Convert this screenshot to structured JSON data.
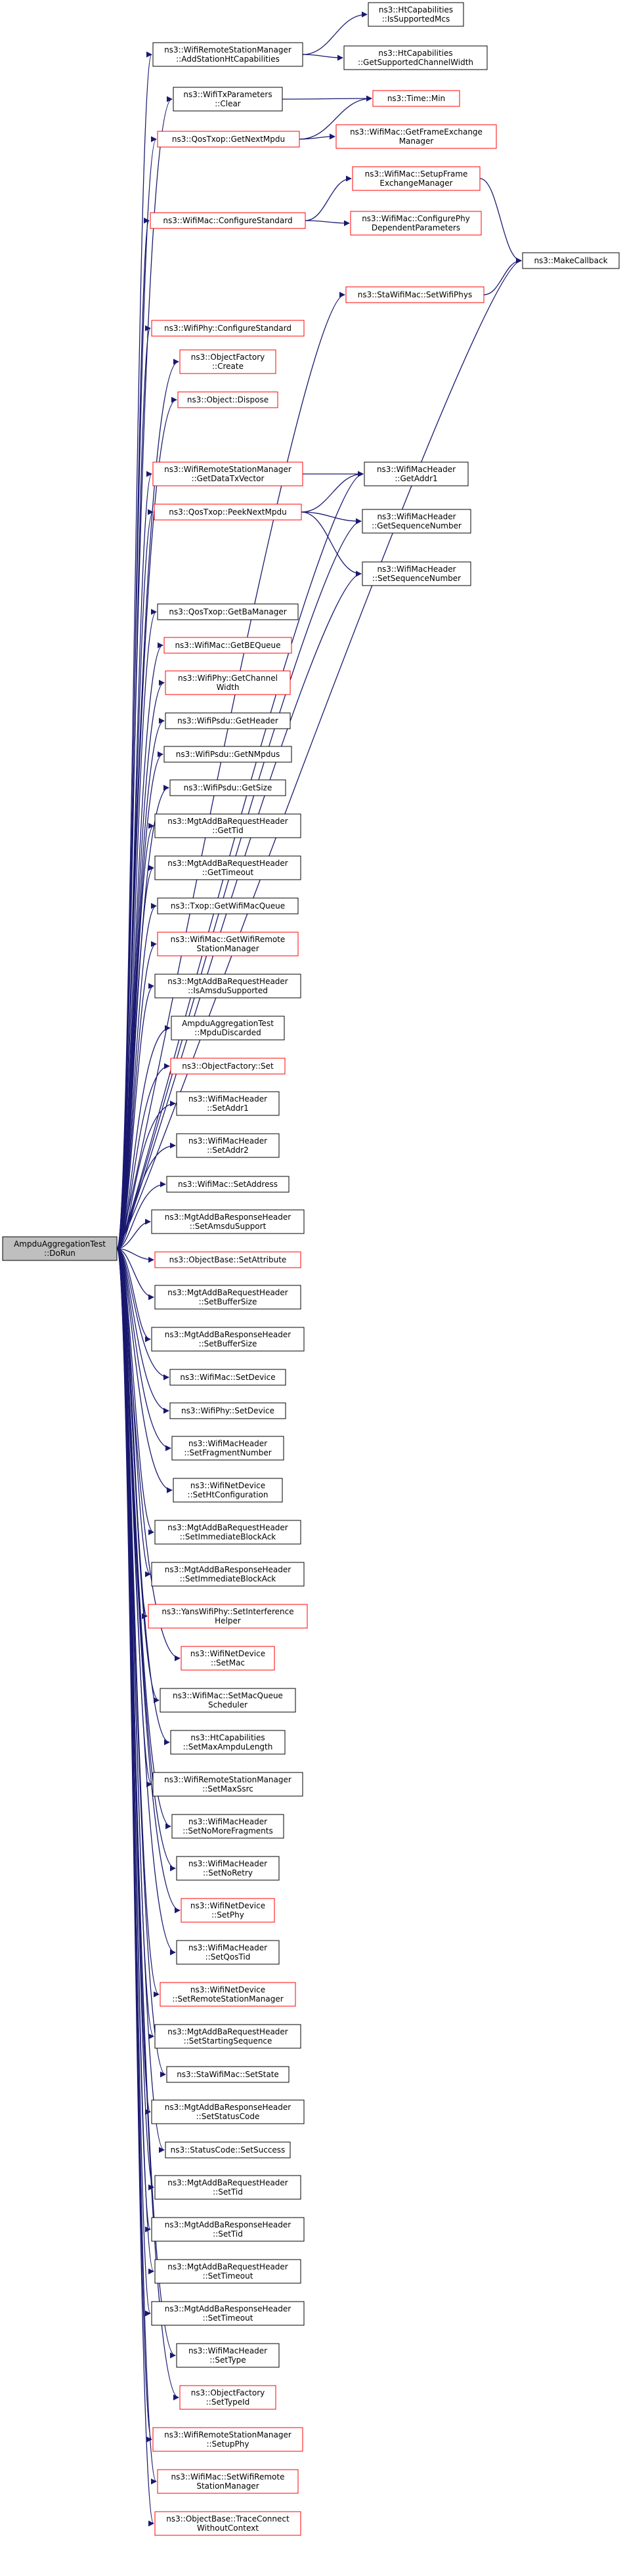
{
  "diagram": {
    "colors": {
      "edge": "#191970",
      "border_default": "#000000",
      "border_missing": "#ff0000",
      "root_fill": "#bfbfbf",
      "node_fill": "#ffffff"
    },
    "nodes": [
      {
        "id": "root",
        "lines": [
          "AmpduAggregationTest",
          "::DoRun"
        ],
        "style": "root"
      },
      {
        "id": "n_wrsm_addht",
        "lines": [
          "ns3::WifiRemoteStationManager",
          "::AddStationHtCapabilities"
        ],
        "style": "normal"
      },
      {
        "id": "n_ht_issup",
        "lines": [
          "ns3::HtCapabilities",
          "::IsSupportedMcs"
        ],
        "style": "normal"
      },
      {
        "id": "n_ht_getsupch",
        "lines": [
          "ns3::HtCapabilities",
          "::GetSupportedChannelWidth"
        ],
        "style": "normal"
      },
      {
        "id": "n_txparams_clear",
        "lines": [
          "ns3::WifiTxParameters",
          "::Clear"
        ],
        "style": "normal"
      },
      {
        "id": "n_time_min",
        "lines": [
          "ns3::Time::Min"
        ],
        "style": "missing"
      },
      {
        "id": "n_qos_getnext",
        "lines": [
          "ns3::QosTxop::GetNextMpdu"
        ],
        "style": "missing"
      },
      {
        "id": "n_mac_getfem",
        "lines": [
          "ns3::WifiMac::GetFrameExchange",
          "Manager"
        ],
        "style": "missing"
      },
      {
        "id": "n_mac_setupfem",
        "lines": [
          "ns3::WifiMac::SetupFrame",
          "ExchangeManager"
        ],
        "style": "missing"
      },
      {
        "id": "n_mac_configstd",
        "lines": [
          "ns3::WifiMac::ConfigureStandard"
        ],
        "style": "missing"
      },
      {
        "id": "n_mac_confphy",
        "lines": [
          "ns3::WifiMac::ConfigurePhy",
          "DependentParameters"
        ],
        "style": "missing"
      },
      {
        "id": "n_makecallback",
        "lines": [
          "ns3::MakeCallback"
        ],
        "style": "normal"
      },
      {
        "id": "n_sta_setphys",
        "lines": [
          "ns3::StaWifiMac::SetWifiPhys"
        ],
        "style": "missing"
      },
      {
        "id": "n_phy_configstd",
        "lines": [
          "ns3::WifiPhy::ConfigureStandard"
        ],
        "style": "missing"
      },
      {
        "id": "n_objfactory_create",
        "lines": [
          "ns3::ObjectFactory",
          "::Create"
        ],
        "style": "missing"
      },
      {
        "id": "n_obj_dispose",
        "lines": [
          "ns3::Object::Dispose"
        ],
        "style": "missing"
      },
      {
        "id": "n_wrsm_getdatatx",
        "lines": [
          "ns3::WifiRemoteStationManager",
          "::GetDataTxVector"
        ],
        "style": "missing"
      },
      {
        "id": "n_hdr_getaddr1",
        "lines": [
          "ns3::WifiMacHeader",
          "::GetAddr1"
        ],
        "style": "normal"
      },
      {
        "id": "n_qos_peeknext",
        "lines": [
          "ns3::QosTxop::PeekNextMpdu"
        ],
        "style": "missing"
      },
      {
        "id": "n_hdr_getseq",
        "lines": [
          "ns3::WifiMacHeader",
          "::GetSequenceNumber"
        ],
        "style": "normal"
      },
      {
        "id": "n_hdr_setseq",
        "lines": [
          "ns3::WifiMacHeader",
          "::SetSequenceNumber"
        ],
        "style": "normal"
      },
      {
        "id": "n_qos_getba",
        "lines": [
          "ns3::QosTxop::GetBaManager"
        ],
        "style": "normal"
      },
      {
        "id": "n_mac_getbeq",
        "lines": [
          "ns3::WifiMac::GetBEQueue"
        ],
        "style": "missing"
      },
      {
        "id": "n_phy_getchw",
        "lines": [
          "ns3::WifiPhy::GetChannel",
          "Width"
        ],
        "style": "missing"
      },
      {
        "id": "n_psdu_gethdr",
        "lines": [
          "ns3::WifiPsdu::GetHeader"
        ],
        "style": "normal"
      },
      {
        "id": "n_psdu_getnmpdus",
        "lines": [
          "ns3::WifiPsdu::GetNMpdus"
        ],
        "style": "normal"
      },
      {
        "id": "n_psdu_getsize",
        "lines": [
          "ns3::WifiPsdu::GetSize"
        ],
        "style": "normal"
      },
      {
        "id": "n_addbareq_gettid",
        "lines": [
          "ns3::MgtAddBaRequestHeader",
          "::GetTid"
        ],
        "style": "normal"
      },
      {
        "id": "n_addbareq_gettimeout",
        "lines": [
          "ns3::MgtAddBaRequestHeader",
          "::GetTimeout"
        ],
        "style": "normal"
      },
      {
        "id": "n_txop_getwmq",
        "lines": [
          "ns3::Txop::GetWifiMacQueue"
        ],
        "style": "normal"
      },
      {
        "id": "n_mac_getwrsm",
        "lines": [
          "ns3::WifiMac::GetWifiRemote",
          "StationManager"
        ],
        "style": "missing"
      },
      {
        "id": "n_addbareq_isamsdu",
        "lines": [
          "ns3::MgtAddBaRequestHeader",
          "::IsAmsduSupported"
        ],
        "style": "normal"
      },
      {
        "id": "n_ampdu_mpdudisc",
        "lines": [
          "AmpduAggregationTest",
          "::MpduDiscarded"
        ],
        "style": "normal"
      },
      {
        "id": "n_objfactory_set",
        "lines": [
          "ns3::ObjectFactory::Set"
        ],
        "style": "missing"
      },
      {
        "id": "n_hdr_setaddr1",
        "lines": [
          "ns3::WifiMacHeader",
          "::SetAddr1"
        ],
        "style": "normal"
      },
      {
        "id": "n_hdr_setaddr2",
        "lines": [
          "ns3::WifiMacHeader",
          "::SetAddr2"
        ],
        "style": "normal"
      },
      {
        "id": "n_mac_setaddress",
        "lines": [
          "ns3::WifiMac::SetAddress"
        ],
        "style": "normal"
      },
      {
        "id": "n_addbaresp_setamsdu",
        "lines": [
          "ns3::MgtAddBaResponseHeader",
          "::SetAmsduSupport"
        ],
        "style": "normal"
      },
      {
        "id": "n_objbase_setattr",
        "lines": [
          "ns3::ObjectBase::SetAttribute"
        ],
        "style": "missing"
      },
      {
        "id": "n_addbareq_setbuf",
        "lines": [
          "ns3::MgtAddBaRequestHeader",
          "::SetBufferSize"
        ],
        "style": "normal"
      },
      {
        "id": "n_addbaresp_setbuf",
        "lines": [
          "ns3::MgtAddBaResponseHeader",
          "::SetBufferSize"
        ],
        "style": "normal"
      },
      {
        "id": "n_mac_setdevice",
        "lines": [
          "ns3::WifiMac::SetDevice"
        ],
        "style": "normal"
      },
      {
        "id": "n_phy_setdevice",
        "lines": [
          "ns3::WifiPhy::SetDevice"
        ],
        "style": "normal"
      },
      {
        "id": "n_hdr_setfrag",
        "lines": [
          "ns3::WifiMacHeader",
          "::SetFragmentNumber"
        ],
        "style": "normal"
      },
      {
        "id": "n_netdev_sethtconf",
        "lines": [
          "ns3::WifiNetDevice",
          "::SetHtConfiguration"
        ],
        "style": "normal"
      },
      {
        "id": "n_addbareq_setimm",
        "lines": [
          "ns3::MgtAddBaRequestHeader",
          "::SetImmediateBlockAck"
        ],
        "style": "normal"
      },
      {
        "id": "n_addbaresp_setimm",
        "lines": [
          "ns3::MgtAddBaResponseHeader",
          "::SetImmediateBlockAck"
        ],
        "style": "normal"
      },
      {
        "id": "n_yans_setinterf",
        "lines": [
          "ns3::YansWifiPhy::SetInterference",
          "Helper"
        ],
        "style": "missing"
      },
      {
        "id": "n_netdev_setmac",
        "lines": [
          "ns3::WifiNetDevice",
          "::SetMac"
        ],
        "style": "missing"
      },
      {
        "id": "n_mac_setmacqs",
        "lines": [
          "ns3::WifiMac::SetMacQueue",
          "Scheduler"
        ],
        "style": "normal"
      },
      {
        "id": "n_ht_setmaxampdu",
        "lines": [
          "ns3::HtCapabilities",
          "::SetMaxAmpduLength"
        ],
        "style": "normal"
      },
      {
        "id": "n_wrsm_setmaxssrc",
        "lines": [
          "ns3::WifiRemoteStationManager",
          "::SetMaxSsrc"
        ],
        "style": "normal"
      },
      {
        "id": "n_hdr_setnomorefrag",
        "lines": [
          "ns3::WifiMacHeader",
          "::SetNoMoreFragments"
        ],
        "style": "normal"
      },
      {
        "id": "n_hdr_setnoretry",
        "lines": [
          "ns3::WifiMacHeader",
          "::SetNoRetry"
        ],
        "style": "normal"
      },
      {
        "id": "n_netdev_setphy",
        "lines": [
          "ns3::WifiNetDevice",
          "::SetPhy"
        ],
        "style": "missing"
      },
      {
        "id": "n_hdr_setqostid",
        "lines": [
          "ns3::WifiMacHeader",
          "::SetQosTid"
        ],
        "style": "normal"
      },
      {
        "id": "n_netdev_setwrsm",
        "lines": [
          "ns3::WifiNetDevice",
          "::SetRemoteStationManager"
        ],
        "style": "missing"
      },
      {
        "id": "n_addbareq_setstartseq",
        "lines": [
          "ns3::MgtAddBaRequestHeader",
          "::SetStartingSequence"
        ],
        "style": "normal"
      },
      {
        "id": "n_sta_setstate",
        "lines": [
          "ns3::StaWifiMac::SetState"
        ],
        "style": "normal"
      },
      {
        "id": "n_addbaresp_setstatus",
        "lines": [
          "ns3::MgtAddBaResponseHeader",
          "::SetStatusCode"
        ],
        "style": "normal"
      },
      {
        "id": "n_status_setsuccess",
        "lines": [
          "ns3::StatusCode::SetSuccess"
        ],
        "style": "normal"
      },
      {
        "id": "n_addbareq_settid",
        "lines": [
          "ns3::MgtAddBaRequestHeader",
          "::SetTid"
        ],
        "style": "normal"
      },
      {
        "id": "n_addbaresp_settid",
        "lines": [
          "ns3::MgtAddBaResponseHeader",
          "::SetTid"
        ],
        "style": "normal"
      },
      {
        "id": "n_addbareq_settimeout",
        "lines": [
          "ns3::MgtAddBaRequestHeader",
          "::SetTimeout"
        ],
        "style": "normal"
      },
      {
        "id": "n_addbaresp_settimeout",
        "lines": [
          "ns3::MgtAddBaResponseHeader",
          "::SetTimeout"
        ],
        "style": "normal"
      },
      {
        "id": "n_hdr_settype",
        "lines": [
          "ns3::WifiMacHeader",
          "::SetType"
        ],
        "style": "normal"
      },
      {
        "id": "n_objfactory_settypeid",
        "lines": [
          "ns3::ObjectFactory",
          "::SetTypeId"
        ],
        "style": "missing"
      },
      {
        "id": "n_wrsm_setupphy",
        "lines": [
          "ns3::WifiRemoteStationManager",
          "::SetupPhy"
        ],
        "style": "missing"
      },
      {
        "id": "n_mac_setwrsm",
        "lines": [
          "ns3::WifiMac::SetWifiRemote",
          "StationManager"
        ],
        "style": "missing"
      },
      {
        "id": "n_objbase_traceconnect",
        "lines": [
          "ns3::ObjectBase::TraceConnect",
          "WithoutContext"
        ],
        "style": "missing"
      }
    ],
    "edges": [
      [
        "root",
        "n_wrsm_addht"
      ],
      [
        "root",
        "n_txparams_clear"
      ],
      [
        "root",
        "n_qos_getnext"
      ],
      [
        "root",
        "n_mac_configstd"
      ],
      [
        "root",
        "n_makecallback"
      ],
      [
        "root",
        "n_sta_setphys"
      ],
      [
        "root",
        "n_phy_configstd"
      ],
      [
        "root",
        "n_objfactory_create"
      ],
      [
        "root",
        "n_obj_dispose"
      ],
      [
        "root",
        "n_hdr_getaddr1"
      ],
      [
        "root",
        "n_wrsm_getdatatx"
      ],
      [
        "root",
        "n_qos_peeknext"
      ],
      [
        "root",
        "n_hdr_getseq"
      ],
      [
        "root",
        "n_hdr_setseq"
      ],
      [
        "root",
        "n_qos_getba"
      ],
      [
        "root",
        "n_mac_getbeq"
      ],
      [
        "root",
        "n_phy_getchw"
      ],
      [
        "root",
        "n_psdu_gethdr"
      ],
      [
        "root",
        "n_psdu_getnmpdus"
      ],
      [
        "root",
        "n_psdu_getsize"
      ],
      [
        "root",
        "n_addbareq_gettid"
      ],
      [
        "root",
        "n_addbareq_gettimeout"
      ],
      [
        "root",
        "n_txop_getwmq"
      ],
      [
        "root",
        "n_mac_getwrsm"
      ],
      [
        "root",
        "n_addbareq_isamsdu"
      ],
      [
        "root",
        "n_ampdu_mpdudisc"
      ],
      [
        "root",
        "n_objfactory_set"
      ],
      [
        "root",
        "n_hdr_setaddr1"
      ],
      [
        "root",
        "n_hdr_setaddr2"
      ],
      [
        "root",
        "n_mac_setaddress"
      ],
      [
        "root",
        "n_addbaresp_setamsdu"
      ],
      [
        "root",
        "n_objbase_setattr"
      ],
      [
        "root",
        "n_addbareq_setbuf"
      ],
      [
        "root",
        "n_addbaresp_setbuf"
      ],
      [
        "root",
        "n_mac_setdevice"
      ],
      [
        "root",
        "n_phy_setdevice"
      ],
      [
        "root",
        "n_hdr_setfrag"
      ],
      [
        "root",
        "n_netdev_sethtconf"
      ],
      [
        "root",
        "n_addbareq_setimm"
      ],
      [
        "root",
        "n_addbaresp_setimm"
      ],
      [
        "root",
        "n_yans_setinterf"
      ],
      [
        "root",
        "n_netdev_setmac"
      ],
      [
        "root",
        "n_mac_setmacqs"
      ],
      [
        "root",
        "n_ht_setmaxampdu"
      ],
      [
        "root",
        "n_wrsm_setmaxssrc"
      ],
      [
        "root",
        "n_hdr_setnomorefrag"
      ],
      [
        "root",
        "n_hdr_setnoretry"
      ],
      [
        "root",
        "n_netdev_setphy"
      ],
      [
        "root",
        "n_hdr_setqostid"
      ],
      [
        "root",
        "n_netdev_setwrsm"
      ],
      [
        "root",
        "n_addbareq_setstartseq"
      ],
      [
        "root",
        "n_sta_setstate"
      ],
      [
        "root",
        "n_addbaresp_setstatus"
      ],
      [
        "root",
        "n_status_setsuccess"
      ],
      [
        "root",
        "n_addbareq_settid"
      ],
      [
        "root",
        "n_addbaresp_settid"
      ],
      [
        "root",
        "n_addbareq_settimeout"
      ],
      [
        "root",
        "n_addbaresp_settimeout"
      ],
      [
        "root",
        "n_hdr_settype"
      ],
      [
        "root",
        "n_objfactory_settypeid"
      ],
      [
        "root",
        "n_wrsm_setupphy"
      ],
      [
        "root",
        "n_mac_setwrsm"
      ],
      [
        "root",
        "n_objbase_traceconnect"
      ],
      [
        "n_wrsm_addht",
        "n_ht_issup"
      ],
      [
        "n_wrsm_addht",
        "n_ht_getsupch"
      ],
      [
        "n_txparams_clear",
        "n_time_min"
      ],
      [
        "n_qos_getnext",
        "n_time_min"
      ],
      [
        "n_qos_getnext",
        "n_mac_getfem"
      ],
      [
        "n_mac_configstd",
        "n_mac_setupfem"
      ],
      [
        "n_mac_configstd",
        "n_mac_confphy"
      ],
      [
        "n_mac_setupfem",
        "n_makecallback"
      ],
      [
        "n_sta_setphys",
        "n_makecallback"
      ],
      [
        "n_wrsm_getdatatx",
        "n_hdr_getaddr1"
      ],
      [
        "n_qos_peeknext",
        "n_hdr_getaddr1"
      ],
      [
        "n_qos_peeknext",
        "n_hdr_getseq"
      ],
      [
        "n_qos_peeknext",
        "n_hdr_setseq"
      ]
    ]
  }
}
